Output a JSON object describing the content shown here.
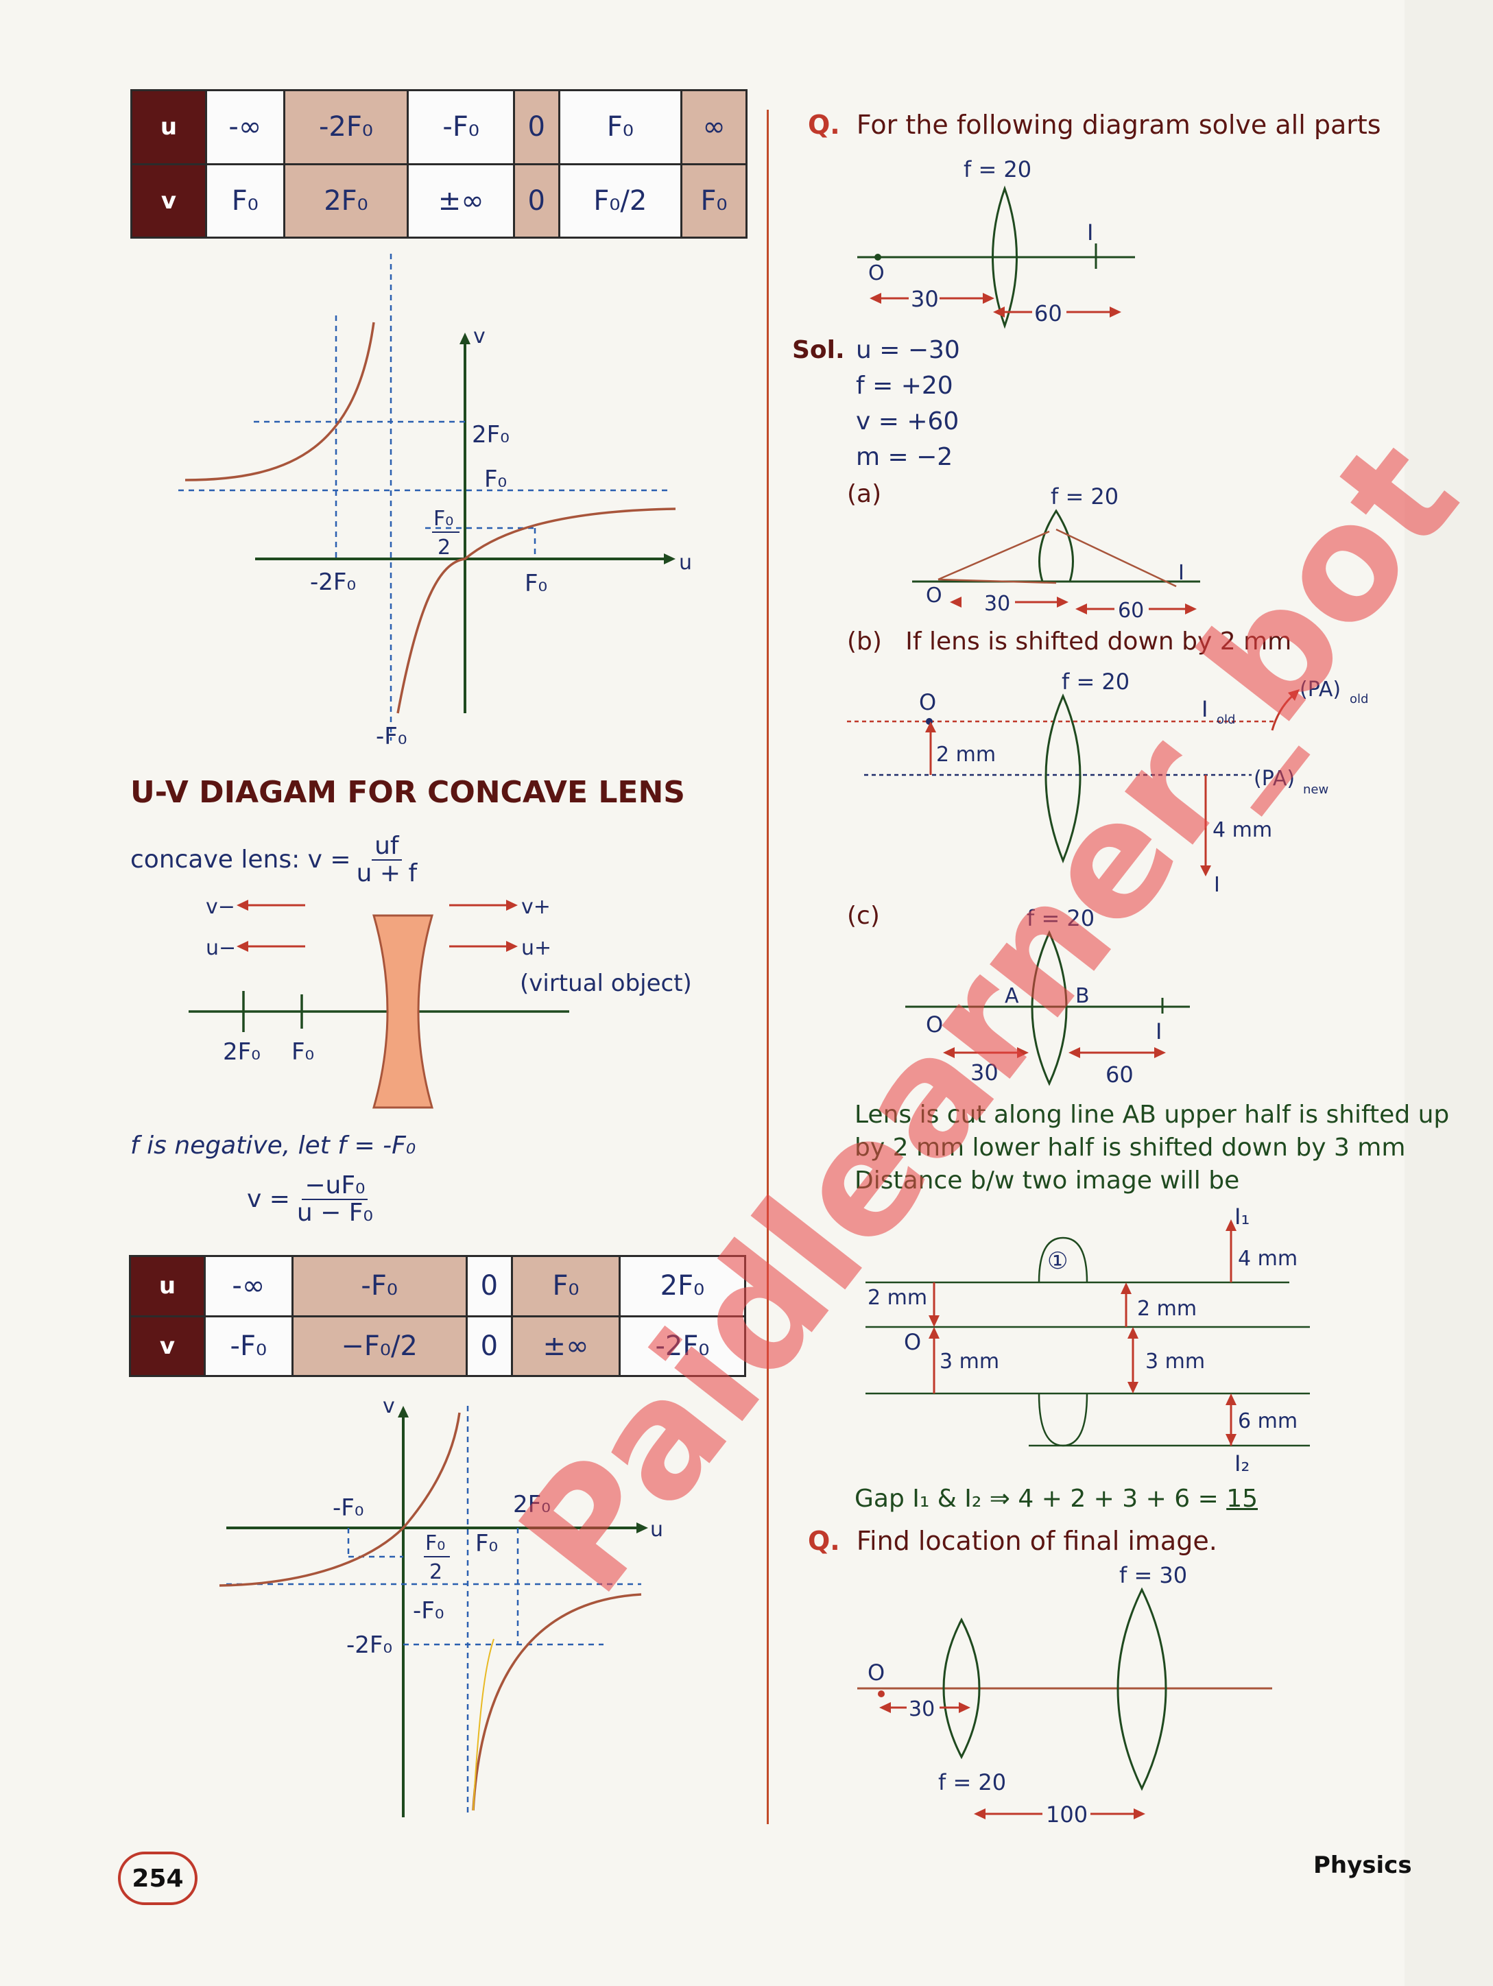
{
  "table1": {
    "u_label": "u",
    "v_label": "v",
    "u": [
      "-∞",
      "-2F₀",
      "-F₀",
      "0",
      "F₀",
      "∞"
    ],
    "v": [
      "F₀",
      "2F₀",
      "±∞",
      "0",
      "F₀/2",
      "F₀"
    ]
  },
  "graph1": {
    "axis_v": "v",
    "axis_u": "u",
    "tick_2F0": "2F₀",
    "tick_F0": "F₀",
    "frac_num": "F₀",
    "frac_den": "2",
    "tick_neg2F0": "-2F₀",
    "tick_F0_u": "F₀",
    "tick_negF0": "-F₀"
  },
  "concave": {
    "heading": "U-V DIAGAM FOR CONCAVE LENS",
    "formula_lhs": "concave lens: v =",
    "formula_num": "uf",
    "formula_den": "u + f",
    "v_minus": "v−",
    "u_minus": "u−",
    "v_plus": "v+",
    "u_plus": "u+",
    "virtual": "(virtual object)",
    "mark_2F0": "2F₀",
    "mark_F0": "F₀",
    "neg_text": "f is negative, let f = -F₀",
    "v2_lhs": "v =",
    "v2_num": "−uF₀",
    "v2_den": "u − F₀"
  },
  "table2": {
    "u_label": "u",
    "v_label": "v",
    "u": [
      "-∞",
      "-F₀",
      "0",
      "F₀",
      "2F₀"
    ],
    "v": [
      "-F₀",
      "−F₀/2",
      "0",
      "±∞",
      "-2F₀"
    ]
  },
  "graph2": {
    "axis_v": "v",
    "axis_u": "u",
    "tick_negF0": "-F₀",
    "tick_2F0": "2F₀",
    "frac_num": "F₀",
    "frac_den": "2",
    "tick_F0": "F₀",
    "tick_negF0_v": "-F₀",
    "tick_neg2F0": "-2F₀"
  },
  "q1": {
    "q": "Q.",
    "text": "For the following diagram solve all parts",
    "f": "f = 20",
    "O": "O",
    "I": "I",
    "d30": "30",
    "d60": "60"
  },
  "sol": {
    "label": "Sol.",
    "lines": [
      "u = −30",
      "f = +20",
      "v = +60",
      "m = −2"
    ]
  },
  "partA": {
    "label": "(a)",
    "f": "f = 20",
    "O": "O",
    "I": "I",
    "d30": "30",
    "d60": "60"
  },
  "partB": {
    "label": "(b)",
    "text": "If lens is shifted down by 2 mm",
    "f": "f = 20",
    "O": "O",
    "I_old": "I",
    "I_old_sub": "old",
    "pa_old": "(PA)",
    "pa_old_sub": "old",
    "pa_new": "(PA)",
    "pa_new_sub": "new",
    "shift": "2 mm",
    "shift4": "4 mm",
    "I": "I"
  },
  "partC": {
    "label": "(c)",
    "f": "f = 20",
    "A": "A",
    "B": "B",
    "O": "O",
    "I": "I",
    "d30": "30",
    "d60": "60",
    "lines": [
      "Lens is cut along line AB upper half is shifted up",
      "by 2 mm lower half is shifted down by 3 mm",
      "Distance b/w two image will be"
    ]
  },
  "cut": {
    "one": "①",
    "I1": "I₁",
    "I2": "I₂",
    "m4": "4 mm",
    "m2a": "2 mm",
    "m2b": "2 mm",
    "O": "O",
    "m3a": "3 mm",
    "m3b": "3 mm",
    "m6": "6 mm"
  },
  "gap": {
    "text": "Gap I₁ & I₂ ⇒ 4 + 2 + 3 + 6 = ",
    "ans": "15"
  },
  "q2": {
    "q": "Q.",
    "text": "Find location of final image.",
    "f30": "f = 30",
    "O": "O",
    "d30": "30",
    "f20": "f = 20",
    "d100": "100"
  },
  "footer": {
    "page": "254",
    "subject": "Physics"
  },
  "watermark": "Paidlearner_bot"
}
